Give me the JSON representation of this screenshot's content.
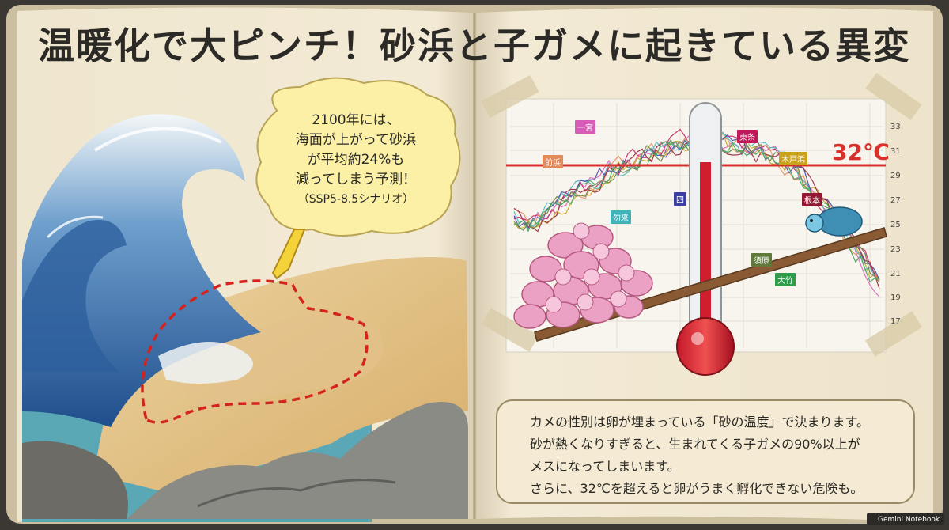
{
  "title": "温暖化で大ピンチ！砂浜と子ガメに起きている異変",
  "callout": {
    "lines": [
      "2100年には、",
      "海面が上がって砂浜",
      "が平均約24%も",
      "減ってしまう予測！"
    ],
    "note": "（SSP5-8.5シナリオ）"
  },
  "chart": {
    "threshold_label": "32℃",
    "y_ticks": [
      "33",
      "31",
      "29",
      "27",
      "25",
      "23",
      "21",
      "19",
      "17"
    ],
    "locations": [
      {
        "label": "一宮",
        "color": "#d95bb8"
      },
      {
        "label": "東条",
        "color": "#c2185b"
      },
      {
        "label": "木戸浜",
        "color": "#c7a21a"
      },
      {
        "label": "前浜",
        "color": "#e28a5a"
      },
      {
        "label": "勿来",
        "color": "#41b2b8"
      },
      {
        "label": "四",
        "color": "#3b3fa0"
      },
      {
        "label": "根本",
        "color": "#8e1b33"
      },
      {
        "label": "須原",
        "color": "#5f7a3b"
      },
      {
        "label": "大竹",
        "color": "#2e9c4a"
      }
    ]
  },
  "info": {
    "lines": [
      "カメの性別は卵が埋まっている「砂の温度」で決まります。",
      "砂が熱くなりすぎると、生まれてくる子ガメの90%以上が",
      "メスになってしまいます。",
      "さらに、32℃を超えると卵がうまく孵化できない危険も。"
    ]
  },
  "brand": "Gemini Notebook"
}
